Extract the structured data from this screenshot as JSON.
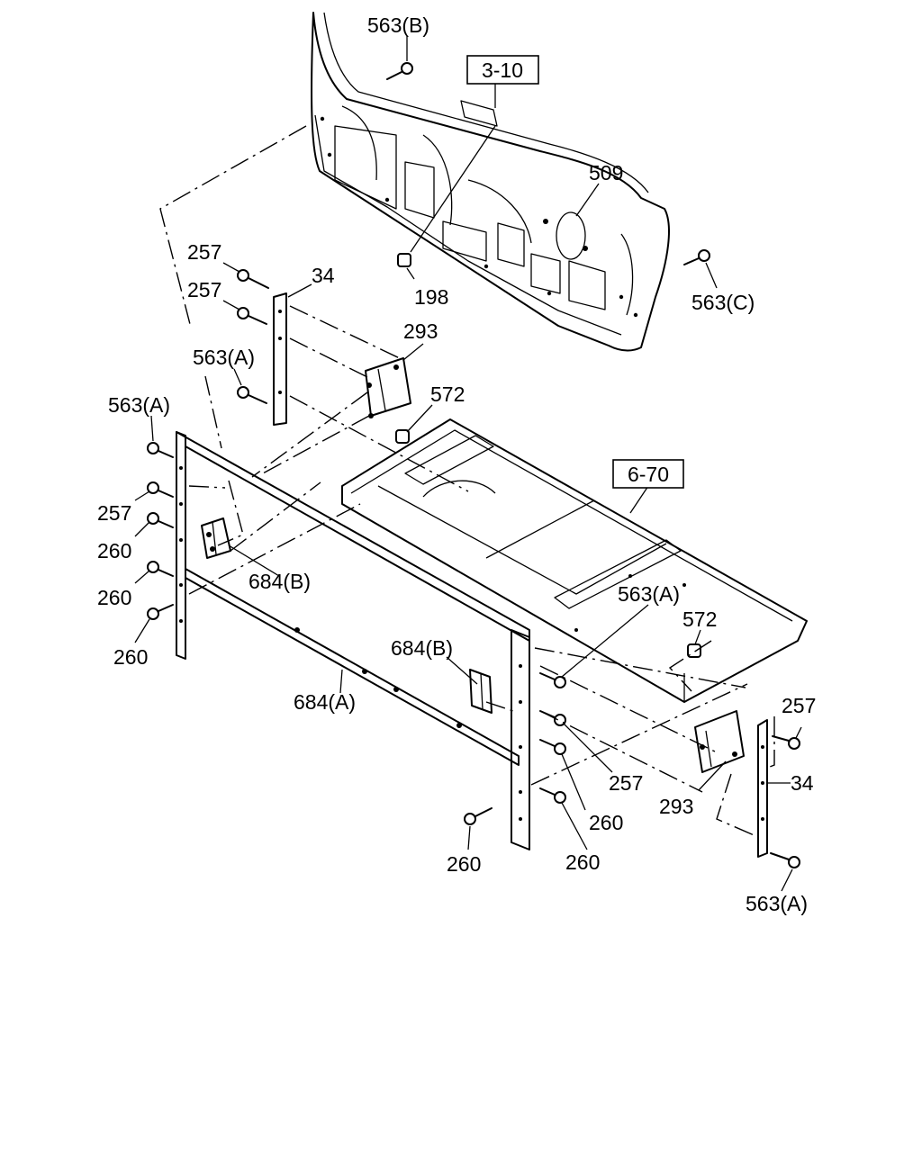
{
  "figure": {
    "references": [
      "3-10",
      "6-70"
    ],
    "callouts": [
      {
        "id": "c-563b",
        "text": "563(B)"
      },
      {
        "id": "c-509",
        "text": "509"
      },
      {
        "id": "c-257a",
        "text": "257"
      },
      {
        "id": "c-34a",
        "text": "34"
      },
      {
        "id": "c-198",
        "text": "198"
      },
      {
        "id": "c-563c",
        "text": "563(C)"
      },
      {
        "id": "c-257b",
        "text": "257"
      },
      {
        "id": "c-293a",
        "text": "293"
      },
      {
        "id": "c-563a1",
        "text": "563(A)"
      },
      {
        "id": "c-572a",
        "text": "572"
      },
      {
        "id": "c-563a2",
        "text": "563(A)"
      },
      {
        "id": "c-257c",
        "text": "257"
      },
      {
        "id": "c-260a",
        "text": "260"
      },
      {
        "id": "c-684b1",
        "text": "684(B)"
      },
      {
        "id": "c-260b",
        "text": "260"
      },
      {
        "id": "c-260c",
        "text": "260"
      },
      {
        "id": "c-563a3",
        "text": "563(A)"
      },
      {
        "id": "c-572b",
        "text": "572"
      },
      {
        "id": "c-684b2",
        "text": "684(B)"
      },
      {
        "id": "c-684a",
        "text": "684(A)"
      },
      {
        "id": "c-257d",
        "text": "257"
      },
      {
        "id": "c-257e",
        "text": "257"
      },
      {
        "id": "c-34b",
        "text": "34"
      },
      {
        "id": "c-293b",
        "text": "293"
      },
      {
        "id": "c-260d",
        "text": "260"
      },
      {
        "id": "c-260e",
        "text": "260"
      },
      {
        "id": "c-260f",
        "text": "260"
      },
      {
        "id": "c-563a4",
        "text": "563(A)"
      }
    ]
  }
}
